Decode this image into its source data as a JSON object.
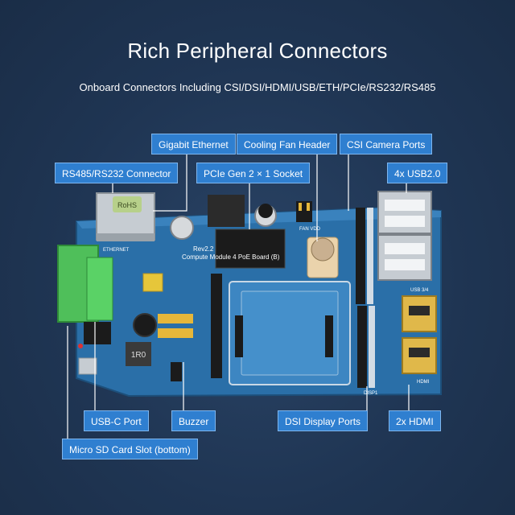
{
  "header": {
    "title": "Rich Peripheral Connectors",
    "subtitle": "Onboard Connectors Including CSI/DSI/HDMI/USB/ETH/PCIe/RS232/RS485"
  },
  "callouts": {
    "gigabit_ethernet": "Gigabit Ethernet",
    "cooling_fan_header": "Cooling Fan Header",
    "csi_camera_ports": "CSI Camera Ports",
    "rs485_rs232": "RS485/RS232 Connector",
    "pcie_socket": "PCIe Gen 2 × 1 Socket",
    "usb2": "4x USB2.0",
    "usbc_port": "USB-C Port",
    "buzzer": "Buzzer",
    "dsi_display_ports": "DSI Display Ports",
    "hdmi": "2x HDMI",
    "micro_sd": "Micro SD Card Slot (bottom)"
  },
  "board": {
    "silkscreen_name": "Compute Module 4 PoE Board (B)",
    "revision": "Rev2.2",
    "ethernet_label": "ETHERNET",
    "rohs": "RoHS",
    "usb_label": "USB 3/4",
    "hdmi_label": "HDMI",
    "disp_label": "DISP1",
    "fan_label": "FAN VDD",
    "inductor": "1R0"
  },
  "colors": {
    "background": "#1f3553",
    "label_fill": "#2f7fd0",
    "label_border": "#7fb6ee",
    "pcb": "#2a6fa8",
    "terminal_block": "#4fbf5a"
  }
}
